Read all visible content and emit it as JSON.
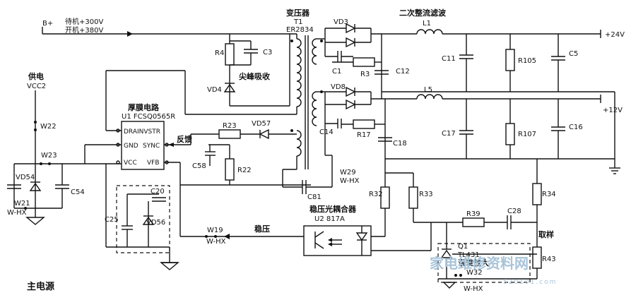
{
  "figure_title": "主电源",
  "supply": {
    "b_plus": "B+",
    "standby": "待机+300V",
    "on": "开机+380V",
    "vcc_label": "供电",
    "vcc_node": "VCC2"
  },
  "ic": {
    "title": "厚膜电路",
    "part": "U1  FCSQ0565R",
    "pins": [
      "DRAINVSTR",
      "GND",
      "SYNC",
      "VCC",
      "VFB"
    ]
  },
  "transformer": {
    "title": "变压器",
    "ref": "T1",
    "part": "ER2834"
  },
  "secondary_filter_label": "二次整流滤波",
  "snubber_label": "尖峰吸收",
  "feedback_label": "反馈",
  "regulation_label": "稳压",
  "optocoupler": {
    "title": "稳压光耦合器",
    "part": "U2  817A"
  },
  "outputs": {
    "v24": "+24V",
    "v12": "+12V"
  },
  "sampling_label": "取样",
  "error_amp": {
    "ref": "Q1",
    "part": "TL431",
    "desc": "误差放大"
  },
  "jumpers": {
    "w21": "W21",
    "w21_sub": "W-HX",
    "w22": "W22",
    "w23": "W23",
    "w19": "W19",
    "w19_sub": "W-HX",
    "w29": "W29",
    "w29_sub": "W-HX",
    "w32": "W32",
    "w32_sub": "W-HX"
  },
  "components": {
    "r4": "R4",
    "c3": "C3",
    "vd4": "VD4",
    "vd3": "VD3",
    "c1": "C1",
    "r3": "R3",
    "c12": "C12",
    "l1": "L1",
    "c11": "C11",
    "r105": "R105",
    "c5": "C5",
    "vd8": "VD8",
    "c14": "C14",
    "r17": "R17",
    "c18": "C18",
    "l5": "L5",
    "c17": "C17",
    "r107": "R107",
    "c16": "C16",
    "r23": "R23",
    "vd57": "VD57",
    "c58": "C58",
    "r22": "R22",
    "c81": "C81",
    "r32": "R32",
    "r33": "R33",
    "r34": "R34",
    "r39": "R39",
    "c28": "C28",
    "r43": "R43",
    "vd54": "VD54",
    "c54": "C54",
    "c25": "C25",
    "c20": "C20",
    "vd56": "VD56"
  },
  "watermark": {
    "text": "家电维修资料网",
    "url": "520101.com"
  }
}
